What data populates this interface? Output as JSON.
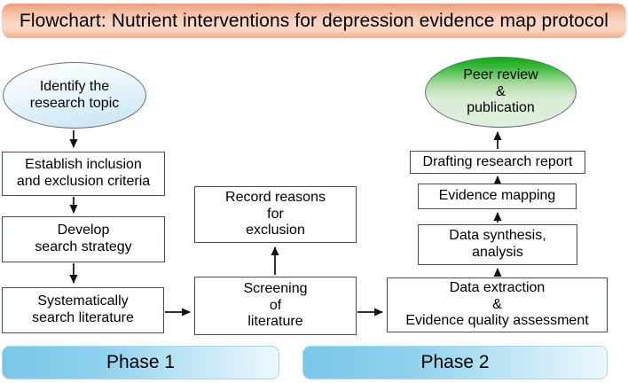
{
  "title": "Flowchart: Nutrient interventions for depression evidence map protocol",
  "nodes": {
    "identify": {
      "text": "Identify the\nresearch topic",
      "shape": "ellipse"
    },
    "criteria": {
      "text": "Establish inclusion\nand exclusion criteria",
      "shape": "rect"
    },
    "strategy": {
      "text": "Develop\nsearch strategy",
      "shape": "rect"
    },
    "search": {
      "text": "Systematically\nsearch literature",
      "shape": "rect"
    },
    "record": {
      "text": "Record reasons\nfor\nexclusion",
      "shape": "rect"
    },
    "screening": {
      "text": "Screening\nof\nliterature",
      "shape": "rect"
    },
    "extraction": {
      "text": "Data extraction\n&\nEvidence quality assessment",
      "shape": "rect"
    },
    "synthesis": {
      "text": "Data synthesis,\nanalysis",
      "shape": "rect"
    },
    "mapping": {
      "text": "Evidence mapping",
      "shape": "rect"
    },
    "drafting": {
      "text": "Drafting research report",
      "shape": "rect"
    },
    "peer_review": {
      "text": "Peer review\n&\npublication",
      "shape": "ellipse"
    }
  },
  "phases": {
    "phase1": "Phase 1",
    "phase2": "Phase 2"
  },
  "colors": {
    "title_peach_dark": "#ef9c7d",
    "title_peach_light": "#fbd7c4",
    "start_ellipse_blue": "#c8e5f3",
    "end_ellipse_green": "#12a812",
    "end_ellipse_green_light": "#e0f0dc",
    "phase_bar_blue": "#79c7e8",
    "phase_bar_blue_light": "#ecf8fd",
    "box_border": "#3f525c",
    "arrow": "#111111"
  }
}
